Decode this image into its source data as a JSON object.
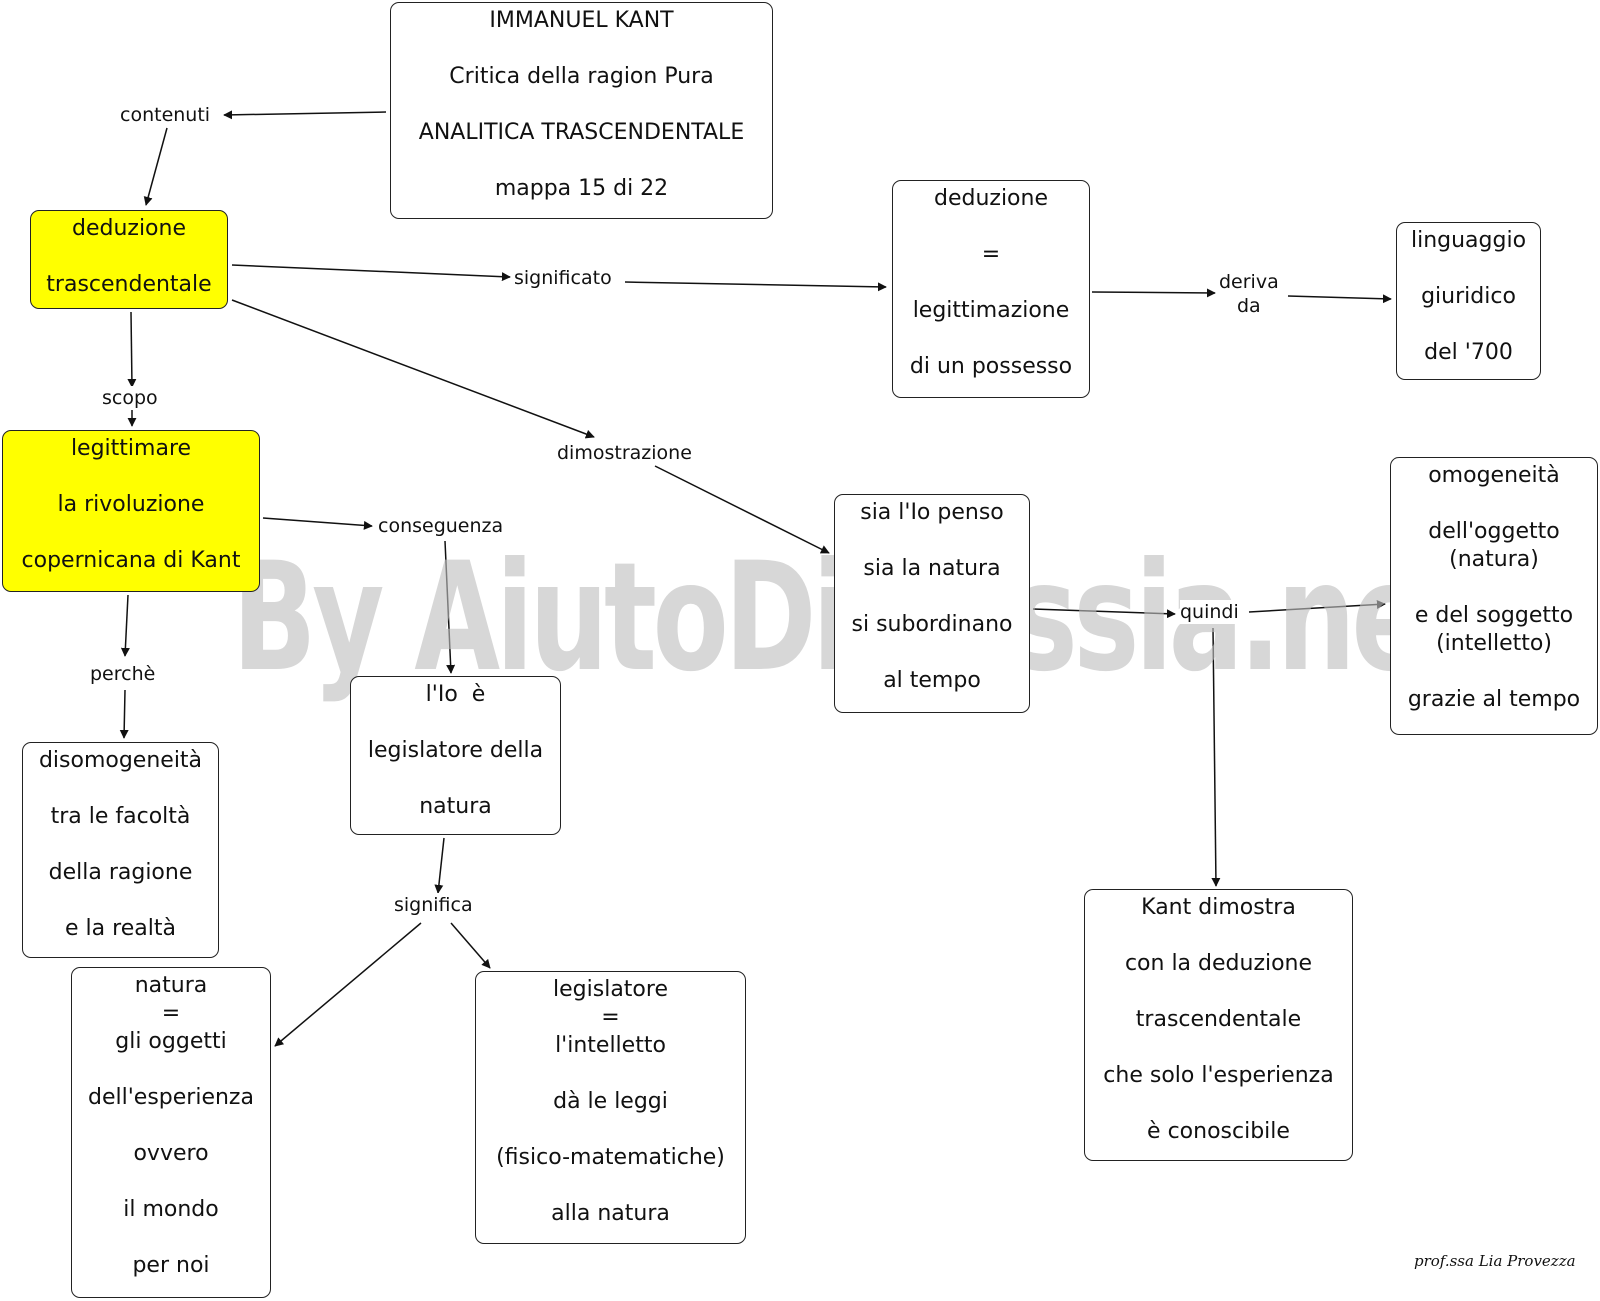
{
  "nodes": {
    "title": [
      "IMMANUEL KANT",
      "",
      "Critica della ragion Pura",
      "",
      "ANALITICA TRASCENDENTALE",
      "",
      "mappa 15 di 22"
    ],
    "deduzione_trascendentale": [
      "deduzione",
      "",
      "trascendentale"
    ],
    "legittimare": [
      "legittimare",
      "",
      "la rivoluzione",
      "",
      "copernicana di Kant"
    ],
    "deduzione_legittimazione": [
      "deduzione",
      "",
      "=",
      "",
      "legittimazione",
      "",
      "di un possesso"
    ],
    "linguaggio": [
      "linguaggio",
      "",
      "giuridico",
      "",
      "del '700"
    ],
    "io_penso": [
      "sia l'Io penso",
      "",
      "sia la natura",
      "",
      "si subordinano",
      "",
      "al tempo"
    ],
    "omogeneita": [
      "omogeneità",
      "",
      "dell'oggetto",
      "(natura)",
      "",
      "e del soggetto",
      "(intelletto)",
      "",
      "grazie al tempo"
    ],
    "disomogeneita": [
      "disomogeneità",
      "",
      "tra le facoltà",
      "",
      "della ragione",
      "",
      "e la realtà"
    ],
    "io_legislatore": [
      "l'Io  è",
      "",
      "legislatore della",
      "",
      "natura"
    ],
    "natura_oggetti": [
      "natura",
      "=",
      "gli oggetti",
      "",
      "dell'esperienza",
      "",
      "ovvero",
      "",
      "il mondo",
      "",
      "per noi"
    ],
    "legislatore_intelletto": [
      "legislatore",
      "=",
      "l'intelletto",
      "",
      "dà le leggi",
      "",
      "(fisico-matematiche)",
      "",
      "alla natura"
    ],
    "kant_dimostra": [
      "Kant dimostra",
      "",
      "con la deduzione",
      "",
      "trascendentale",
      "",
      "che solo l'esperienza",
      "",
      "è conoscibile"
    ]
  },
  "labels": {
    "contenuti": "contenuti",
    "significato": "significato",
    "deriva_da": "deriva\nda",
    "scopo": "scopo",
    "dimostrazione": "dimostrazione",
    "conseguenza": "conseguenza",
    "quindi": "quindi",
    "perche": "perchè",
    "significa": "significa"
  },
  "watermark": "By AiutoDislessia.net",
  "signature": "prof.ssa Lia Provezza",
  "colors": {
    "highlight": "#ffff00",
    "line": "#111111",
    "watermark": "#bebebe"
  }
}
